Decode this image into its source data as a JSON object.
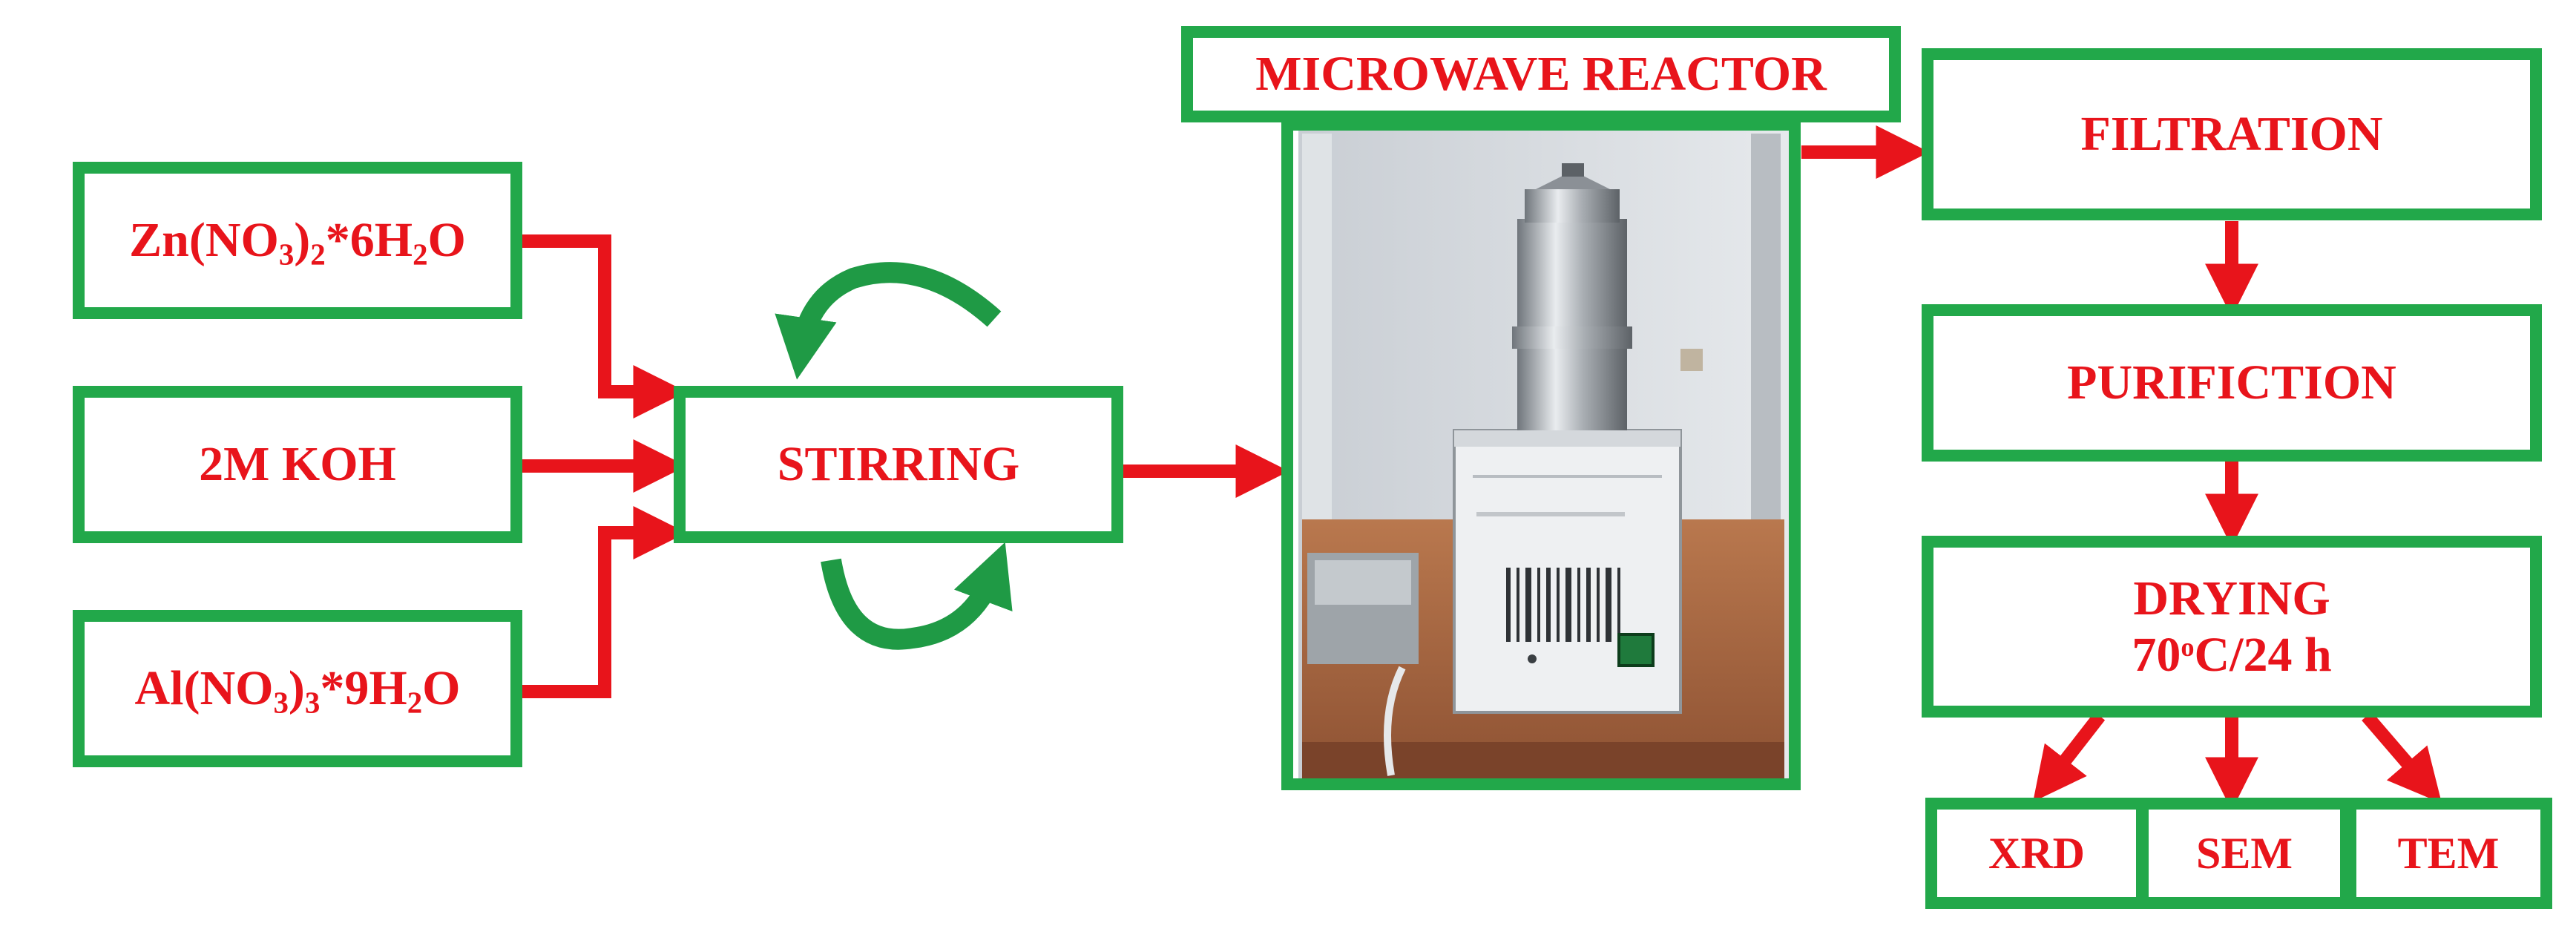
{
  "inputs": {
    "zinc": {
      "pre": "Zn(NO",
      "sub1": "3",
      "mid": ")",
      "sub2": "2",
      "post": "*6H",
      "sub3": "2",
      "end": "O"
    },
    "koh": "2M KOH",
    "aluminum": {
      "pre": "Al(NO",
      "sub1": "3",
      "mid": ")",
      "sub2": "3",
      "post": "*9H",
      "sub3": "2",
      "end": "O"
    }
  },
  "steps": {
    "stirring": "STIRRING",
    "reactor_label": "MICROWAVE REACTOR",
    "filtration": "FILTRATION",
    "purification": "PURIFICTION",
    "drying_line1": "DRYING",
    "drying_temp": "70",
    "drying_deg": "o",
    "drying_rest": "C/24 h"
  },
  "analyses": {
    "xrd": "XRD",
    "sem": "SEM",
    "tem": "TEM"
  },
  "colors": {
    "box_border": "#22a84a",
    "text": "#e8141b",
    "arrow": "#e8141b",
    "cycle_arrow": "#1f9a45"
  },
  "icons": {
    "flow_arrow": "arrow-right-icon",
    "stir_cycle": "circular-arrows-icon",
    "reactor_photo": "microwave-reactor-photo"
  }
}
